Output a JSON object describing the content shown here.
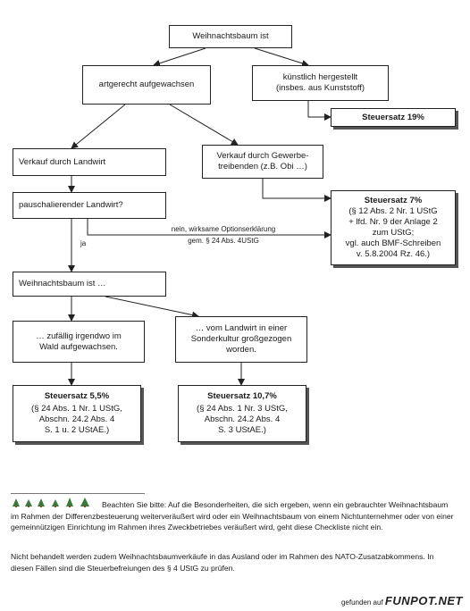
{
  "nodes": {
    "root": "Weihnachtsbaum ist",
    "natural": "artgerecht aufgewachsen",
    "artificial_1": "künstlich hergestellt",
    "artificial_2": "(insbes. aus Kunststoff)",
    "rate19": "Steuersatz 19%",
    "farmer_sale": "Verkauf durch Landwirt",
    "trader_sale_1": "Verkauf durch Gewerbe-",
    "trader_sale_2": "treibenden (z.B. Obi …)",
    "flat_rate_question": "pauschalierender Landwirt?",
    "rate7_title": "Steuersatz 7%",
    "rate7_lines": [
      "(§ 12 Abs. 2 Nr. 1 UStG",
      "+ lfd. Nr. 9 der Anlage 2",
      "zum UStG;",
      "vgl. auch BMF-Schreiben",
      "v. 5.8.2004 Rz. 46.)"
    ],
    "tree_is": "Weihnachtsbaum ist …",
    "forest_1": "… zufällig irgendwo im",
    "forest_2": "Wald aufgewachsen.",
    "culture_1": "… vom Landwirt in einer",
    "culture_2": "Sonderkultur großgezogen",
    "culture_3": "worden.",
    "rate55_title": "Steuersatz 5,5%",
    "rate55_lines": [
      "(§ 24 Abs. 1 Nr. 1 UStG,",
      "Abschn. 24.2 Abs. 4",
      "S. 1 u. 2 UStAE.)"
    ],
    "rate107_title": "Steuersatz 10,7%",
    "rate107_lines": [
      "(§ 24 Abs. 1 Nr. 3 UStG,",
      "Abschn. 24.2 Abs. 4",
      "S. 3 UStAE.)"
    ]
  },
  "edge_labels": {
    "option_1": "nein, wirksame Optionserklärung",
    "option_2": "gem. § 24 Abs. 4UStG",
    "yes": "ja"
  },
  "footnotes": {
    "note1": "Beachten Sie bitte: Auf die Besonderheiten, die sich ergeben, wenn ein gebrauchter Weihnachtsbaum im Rahmen der Differenzbesteuerung weiterveräußert wird oder ein Weihnachtsbaum von einem Nichtunternehmer oder von einer gemeinnützigen Einrichtung im Rahmen ihres Zweckbetriebes veräußert wird, geht diese Checkliste nicht ein.",
    "note2": "Nicht behandelt werden zudem Weihnachtsbaumverkäufe in das Ausland oder im Rahmen des NATO-Zusatzabkommens. In diesen Fällen sind die Steuerbefreiungen des § 4 UStG zu prüfen.",
    "tree_icons": "tree-icon-row"
  },
  "watermark": {
    "prefix": "gefunden auf",
    "brand": "FUNPOT.NET"
  }
}
